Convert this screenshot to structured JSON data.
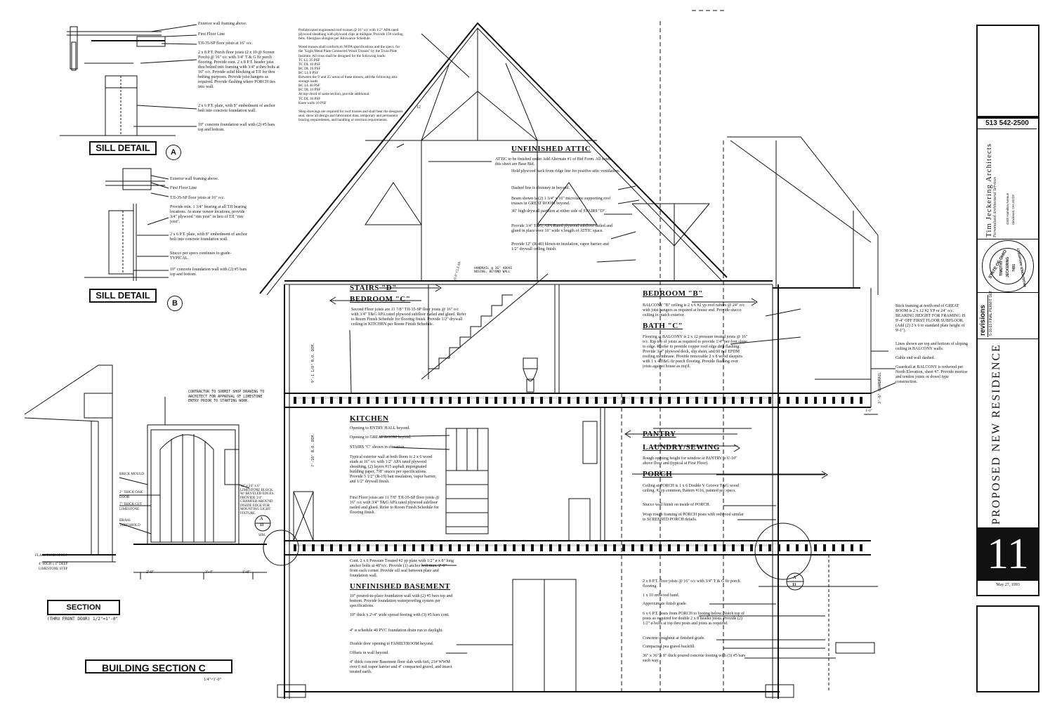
{
  "sill_a": {
    "title": "SILL DETAIL",
    "tag": "A",
    "notes": [
      "Exterior wall framing above.",
      "First Floor Line",
      "TJI-35-SP floor joists at 16\" o/c.",
      "2 x 8 P.T. Porch floor joists (2 x 10 @ Screen Porch) @ 16\" o/c with 3/4\" T & G fir porch flooring. Provide cont. 2 x 8 P.T. header joist thru bolted into framing with 3/4\" ø thru bolts at 16\" o/c. Provide solid blocking at TJI for thru bolting purposes. Provide joist hangers as required. Provide flashing where PORCH ties into wall.",
      "2 x 6 P.T. plate, with 8\" embedment of anchor bolt into concrete foundation wall.",
      "10\" concrete foundation wall with (2) #5 bars top and bottom."
    ]
  },
  "sill_b": {
    "title": "SILL DETAIL",
    "tag": "B",
    "notes": [
      "Exterior wall framing above.",
      "First Floor Line",
      "TJI-35-SP floor joists at 16\" o/c.",
      "Provide min. 1 3/4\" bearing at all TJI bearing locations. At stone veneer locations, provide 3/4\" plywood \"rim joist\" in lieu of TJI \"rim joist\".",
      "2 x 6 P.T. plate, with 8\" embedment of anchor bolt into concrete foundation wall.",
      "Stucco per specs continues to grade- TYPICAL.",
      "10\" concrete foundation wall with (2) #5 bars top and bottom."
    ]
  },
  "front_door": {
    "contractor_note": "CONTRACTOR TO SUBMIT SHOP DRAWING TO ARCHITECT FOR APPROVAL OF LIMESTONE ENTRY PRIOR TO STARTING WORK.",
    "label_brick": "BRICK MOULD",
    "label_door": "2\" THICK OAK DOOR",
    "label_cut": "7\" THICK CUT LIMESTONE",
    "label_threshold": "BRASS THRESHOLD",
    "label_flagstone": "FLAGSTONE STOOP",
    "label_limestone": "4\" HIGH x 4\" DEEP LIMESTONE STEP",
    "label_block": "12\" x 24\" x 6\" LIMESTONE BLOCK W/ BEVELED EDGES. PROVIDE 3/4\" CHAMFER AROUND INSIDE EDGE FOR MOUNTING LIGHT FIXTURE.",
    "tag_number": "11",
    "tag_letter": "A",
    "tag_sim": "SIM.",
    "dims": [
      "2'-9\"",
      "3'-4\"",
      "1'-8\""
    ],
    "section_title": "SECTION",
    "section_sub": "(THRU FRONT DOOR) 1/2\"=1'-0\""
  },
  "truss_notes": "Prefabricated engineered roof trusses @ 16\" o/c with 1/2\" APA rated plywood sheathing with plywood clips at midspan. Provide 15# roofing felts. fiberglass shingles per Allowance Schedule.\n\nWood trusses shall conform to NFPA specifications and the specs. for the \"Light Metal Plate Connected Wood Trusses\" by the Truss Plate Institute. All truss shall be designed for the following loads:\nTC LL      25 PSF\nTC DL      10 PSF\nBC DL      10 PSF\nBC LL       0 PSF\nBetween the 9' and 25' areas of these trusses, add the following attic storage loads:\nBC LL      40 PSF\nBC DL      10 PSF\nAt top chord of same section, provide additional:\nTC DL      10 PSF\nKnee walls 10 PSF\n\nShop drawings are required for roof trusses and shall bear the designers seal, show all design and fabrication data, temporary and permanent bracing requirements, and handling or erection requirements.",
  "attic": {
    "heading": "UNFINISHED ATTIC",
    "notes": [
      "ATTIC to be finished under Add Alternate #1 of Bid Form. All notes this sheet are Base Bid.",
      "Hold plywood back from ridge line for positive attic ventilation.",
      "Dashed line is chimney in beyond.",
      "Beam shown is (2) 1 3/4\" x 16\" microlams supporting roof trusses in GREAT ROOM beyond.",
      "36\" high drywall partition at either side of STAIRS \"D\".",
      "Provide 3/4\" T&G, APA Rated plywood subfloor nailed and glued in place over 16\" wide x length of ATTIC space.",
      "Provide 12\" (R-40) blown-in insulation, vapor barrier and 1/2\" drywall ceiling finish."
    ],
    "pitch": "12",
    "clear": "6'-8\" CLEAR",
    "handrail": "HANDRAIL @ 36\" ABOVE NOSING, BEYOND WALL"
  },
  "second_floor": {
    "stairs_heading": "STAIRS \"D\"",
    "bedroom_c_heading": "BEDROOM \"C\"",
    "bedroom_c_note": "Second Floor joists are 11 7/8\" TJI-35-SP floor joists @ 16\" o/c with 3/4\" T&G APA rated plywood subfloor nailed and glued. Refer to Room Finish Schedule for flooring finish. Provide 1/2\" drywall ceiling in KITCHEN per Room Finish Schedule.",
    "height": "9'-1 1/8\" R.O. DIM.",
    "bedroom_b_heading": "BEDROOM \"B\"",
    "balcony_note": "BALCONY \"B\" ceiling is 2 x 6 #2 yp roof rafters @ 24\" o/c with joist hangers as required at house end. Provide stucco ceiling to match exterior.",
    "bath_heading": "BATH \"C\"",
    "bath_note": "Flooring at BALCONY is 2 x 12 pressure treated joists @ 16\" o/c. Rip top of joists as required to provide 1/4\" per foot slope to edge. Roofer to provide copper roof edge drip flashing. Provide 3/4\" plywood deck, slip sheet, and 60 mil EPDM roofing membrane. Provide removable 2 x 8 wood sleepers with 1 x 4 T&G fir porch flooring. Provide flashing over joists against house as req'd."
  },
  "right_notes": {
    "stick": "Stick framing at north end of GREAT ROOM is 2 x 12 #2 YP or 24\" o/c. BEARING HEIGHT FOR FRAMING IS 9'-4\" OFF FIRST FLOOR SUBFLOOR. (Add (2) 2 x 6 to standard plate height of 9'-1\").",
    "lines": "Lines shown are top and bottom of sloping ceiling in BALCONY walls.",
    "gable": "Gable end wall dashed.",
    "guardrail": "Guardrail at BALCONY is redwood per North Elevation, sheet #7. Provide mortise and tendon joints or dowel type construction.",
    "guard_height": "3'-6\" GUARDRAIL",
    "dim": "1'-0\""
  },
  "first_floor": {
    "kitchen_heading": "KITCHEN",
    "kitchen_notes": [
      "Opening to ENTRY HALL beyond.",
      "Opening to GREAT ROOM beyond.",
      "STAIRS \"C\" shown in elevation.",
      "Typical exterior wall at both floors is 2 x 6 wood studs at 16\" o/c with 1/2\" APA rated plywood sheathing, (2) layers #15 asphalt impregnated building paper, 7/8\" stucco per specifications. Provide 5 1/2\" (R-19) batt insulation, vapor barrier, and 1/2\" drywall finish.",
      "First Floor joists are 11 7/8\" TJI-35-SP floor joists @ 16\" o/c with 3/4\" T&G APA rated plywood subfloor nailed and glued. Refer to Room Finish Schedule for flooring finish."
    ],
    "height": "7'-10\" R.O. DIM.",
    "pantry_heading": "PANTRY",
    "laundry_heading": "LAUNDRY/SEWING",
    "pantry_note": "Rough opening height for window at PANTRY is 6'-10\" above floor and (typical at First Floor).",
    "porch_heading": "PORCH",
    "porch_notes": [
      "Ceiling at PORCH is 1 x 6 Double V Groove T&G wood ceiling, #2yp common, Pattern #116, painted per specs.",
      "Stucco wall finish on inside of PORCH.",
      "Wrap rough framing of PORCH posts with redwood similar to SCREENED PORCH details."
    ]
  },
  "basement": {
    "plate_note": "Cont. 2 x 6 Pressure Treated #2 yp plate with 1/2\" ø x 8\" long anchor bolts at 48\"o/c. Provide (1) anchor bolt max. 2'-0\" from each corner. Provide sill seal between plate and foundation wall.",
    "heading": "UNFINISHED BASEMENT",
    "notes": [
      "10\" poured-in-place foundation wall with (2) #5 bars top and bottom. Provide foundation waterproofing system per specifications.",
      "10\" thick x 2'-4\" wide spread footing with (3) #5 bars cont.",
      "4\" ø schedule 40 PVC foundation drain run to daylight.",
      "Double door opening to FAMILYROOM beyond.",
      "Offsets in wall beyond.",
      "4\" thick concrete Basement floor slab with 6x6, 21# WWM over 6 mil vapor barrier and 4\" compacted gravel, and insect treated earth."
    ]
  },
  "porch_foundation": {
    "notes": [
      "2 x 8 P.T. floor joists @ 16\" o/c with 3/4\" T & G fir porch flooring.",
      "1 x 10 redwood band.",
      "Approximate finish grade.",
      "6 x 6 P.T. posts from PORCH to footing below. Notch top of posts as required for double 2 x 8 header joists. Provide (2) 1/2\" ø bolts at top thru posts and joists as required.",
      "Concrete doughnut at finished grade.",
      "Compacted pea gravel backfill.",
      "36\" x 36\" x 8\" thick poured concrete footing with (3) #5 bars each way."
    ],
    "tag_number": "11",
    "tag_letter": "A"
  },
  "building_section": {
    "title": "BUILDING SECTION   C",
    "scale": "1/4\"=1'-0\""
  },
  "title_block": {
    "phone": "513 542-2500",
    "firm": "Tim Jeckering Architects",
    "firm_sub": "Personalized Architectural Services",
    "address1": "4349 Hamilton Avenue",
    "address2": "Cincinnati, OH 45223",
    "seal_state": "STATE OF OHIO",
    "seal_name1": "TIMOTHY",
    "seal_name2": "JECKERING",
    "seal_number": "7481",
    "seal_reg": "REGISTERED ARCHITECT",
    "revisions": "revisions",
    "revision_item": "5-10-93 FINAL PERMIT SET",
    "project": "PROPOSED NEW RESIDENCE",
    "sheet": "11",
    "date": "May 27, 1993"
  }
}
